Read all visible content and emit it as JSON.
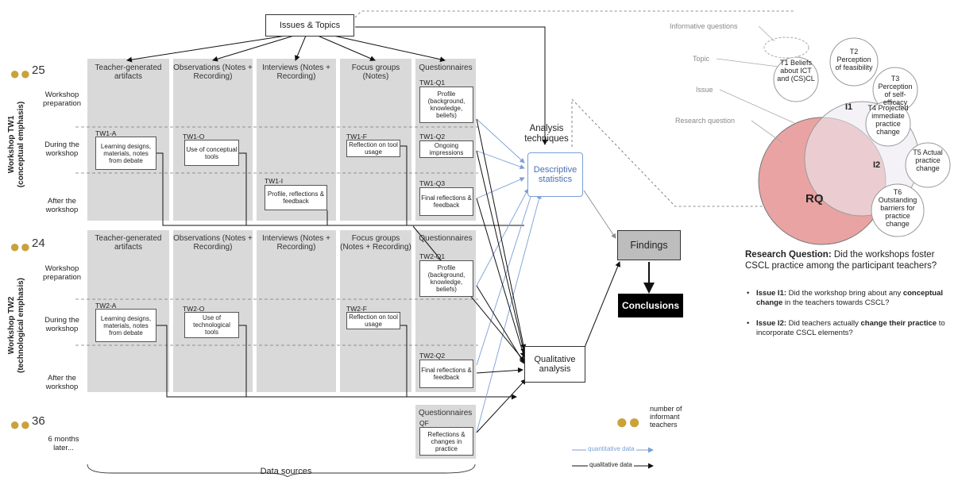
{
  "header": {
    "issues_topics": "Issues & Topics"
  },
  "workshops": [
    {
      "count": "25",
      "title": "Workshop TW1",
      "emphasis": "(conceptual emphasis)"
    },
    {
      "count": "24",
      "title": "Workshop TW2",
      "emphasis": "(technological emphasis)"
    },
    {
      "count": "36"
    }
  ],
  "rows": {
    "prep": "Workshop preparation",
    "during": "During the workshop",
    "after": "After the workshop",
    "later": "6 months later..."
  },
  "columns": {
    "teacher": "Teacher-generated artifacts",
    "obs_notes_rec": "Observations (Notes + Recording)",
    "int_notes_rec": "Interviews (Notes + Recording)",
    "focus_notes": "Focus groups (Notes)",
    "focus_notes_rec": "Focus groups (Notes + Recording)",
    "questionnaires": "Questionnaires"
  },
  "tw1": {
    "a_code": "TW1-A",
    "a_text": "Learning designs, materials, notes from debate",
    "o_code": "TW1-O",
    "o_text": "Use of conceptual tools",
    "i_code": "TW1-I",
    "i_text": "Profile, reflections & feedback",
    "f_code": "TW1-F",
    "f_text": "Reflection on tool usage",
    "q1_code": "TW1-Q1",
    "q1_text": "Profile (background, knowledge, beliefs)",
    "q2_code": "TW1-Q2",
    "q2_text": "Ongoing impressions",
    "q3_code": "TW1-Q3",
    "q3_text": "Final reflections & feedback"
  },
  "tw2": {
    "a_code": "TW2-A",
    "a_text": "Learning designs, materials, notes from debate",
    "o_code": "TW2-O",
    "o_text": "Use of technological tools",
    "f_code": "TW2-F",
    "f_text": "Reflection on tool usage",
    "q1_code": "TW2-Q1",
    "q1_text": "Profile (background, knowledge, beliefs)",
    "q2_code": "TW2-Q2",
    "q2_text": "Final reflections & feedback"
  },
  "qf": {
    "header": "Questionnaires",
    "code": "QF",
    "text": "Reflections & changes in practice"
  },
  "analysis": {
    "title": "Analysis techniques",
    "descriptive": "Descriptive statistics",
    "qualitative": "Qualitative analysis",
    "findings": "Findings",
    "conclusions": "Conclusions"
  },
  "data_sources": "Data sources",
  "legend": {
    "informants": "number of informant teachers",
    "quantitative": "quantitative data",
    "qualitative": "qualitative data"
  },
  "model": {
    "informative_questions": "Informative questions",
    "topic": "Topic",
    "issue": "Issue",
    "research_question": "Research question",
    "rq": "RQ",
    "i1": "I1",
    "i2": "I2",
    "topics": [
      "T1 Beliefs about ICT and (CS)CL",
      "T2 Perception of feasibility",
      "T3 Perception of self-efficacy",
      "T4 Projected immediate practice change",
      "T5 Actual practice change",
      "T6 Outstanding barriers for practice change"
    ]
  },
  "rq_text": {
    "lead": "Research Question:",
    "question": " Did the workshops foster CSCL practice among the participant teachers?",
    "i1_lead": "Issue I1:",
    "i1_pre": " Did the workshop bring about any ",
    "i1_bold": "conceptual change",
    "i1_post": " in the teachers towards CSCL?",
    "i2_lead": "Issue I2:",
    "i2_pre": " Did teachers actually ",
    "i2_bold": "change their practice",
    "i2_post": " to incorporate CSCL elements?"
  },
  "colors": {
    "column_gray": "#d9d9d9",
    "rq_fill": "#e9a3a3",
    "quant_line": "#7b9fd6",
    "findings_fill": "#bdbdbd",
    "conclusions_fill": "#000000"
  }
}
